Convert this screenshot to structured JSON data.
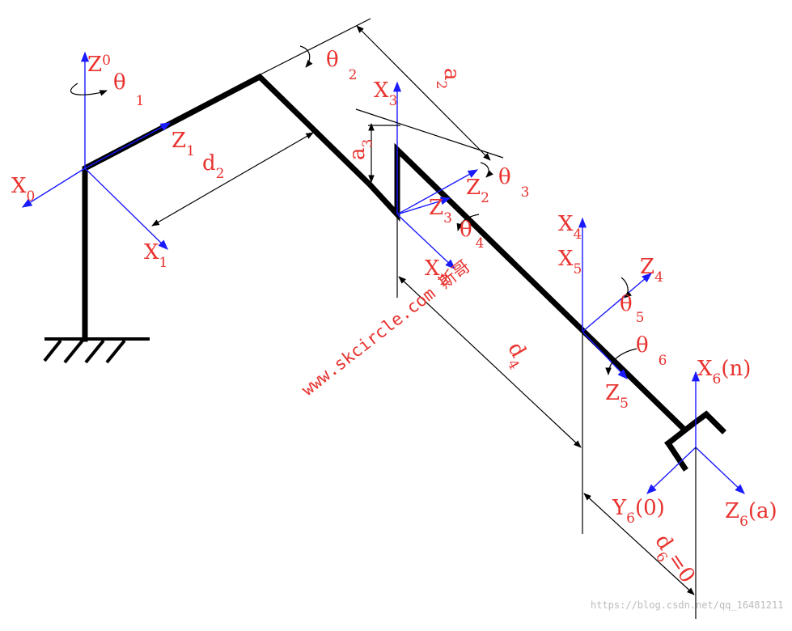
{
  "labels": {
    "z0": {
      "base": "Z",
      "sub": "0"
    },
    "theta1": {
      "base": "θ",
      "sub": "1"
    },
    "x0": {
      "base": "X",
      "sub": "0"
    },
    "z1": {
      "base": "Z",
      "sub": "1"
    },
    "x1": {
      "base": "X",
      "sub": "1"
    },
    "d2": {
      "base": "d",
      "sub": "2"
    },
    "theta2": {
      "base": "θ",
      "sub": "2"
    },
    "a2": {
      "base": "a",
      "sub": "2"
    },
    "x3": {
      "base": "X",
      "sub": "3"
    },
    "a3": {
      "base": "a",
      "sub": "3"
    },
    "z2": {
      "base": "Z",
      "sub": "2"
    },
    "theta3": {
      "base": "θ",
      "sub": "3"
    },
    "z3": {
      "base": "Z",
      "sub": "3"
    },
    "theta4": {
      "base": "θ",
      "sub": "4"
    },
    "x2": {
      "base": "X",
      "sub": "2"
    },
    "x4": {
      "base": "X",
      "sub": "4"
    },
    "x5": {
      "base": "X",
      "sub": "5"
    },
    "z4": {
      "base": "Z",
      "sub": "4"
    },
    "theta5": {
      "base": "θ",
      "sub": "5"
    },
    "theta6": {
      "base": "θ",
      "sub": "6"
    },
    "d4": {
      "base": "d",
      "sub": "4"
    },
    "z5": {
      "base": "Z",
      "sub": "5"
    },
    "x6": {
      "base": "X",
      "sub": "6",
      "suffix": "(n)"
    },
    "y6": {
      "base": "Y",
      "sub": "6",
      "suffix": "(0)"
    },
    "z6": {
      "base": "Z",
      "sub": "6",
      "suffix": "(a)"
    },
    "d6": {
      "base": "d",
      "sub": "6",
      "suffix": "=0"
    }
  },
  "watermark": "www.skcircle.com 斯哥",
  "source_url": "https://blog.csdn.net/qq_16481211",
  "colors": {
    "link": "#000000",
    "axis": "#1a1aff",
    "label": "#e8322e"
  }
}
